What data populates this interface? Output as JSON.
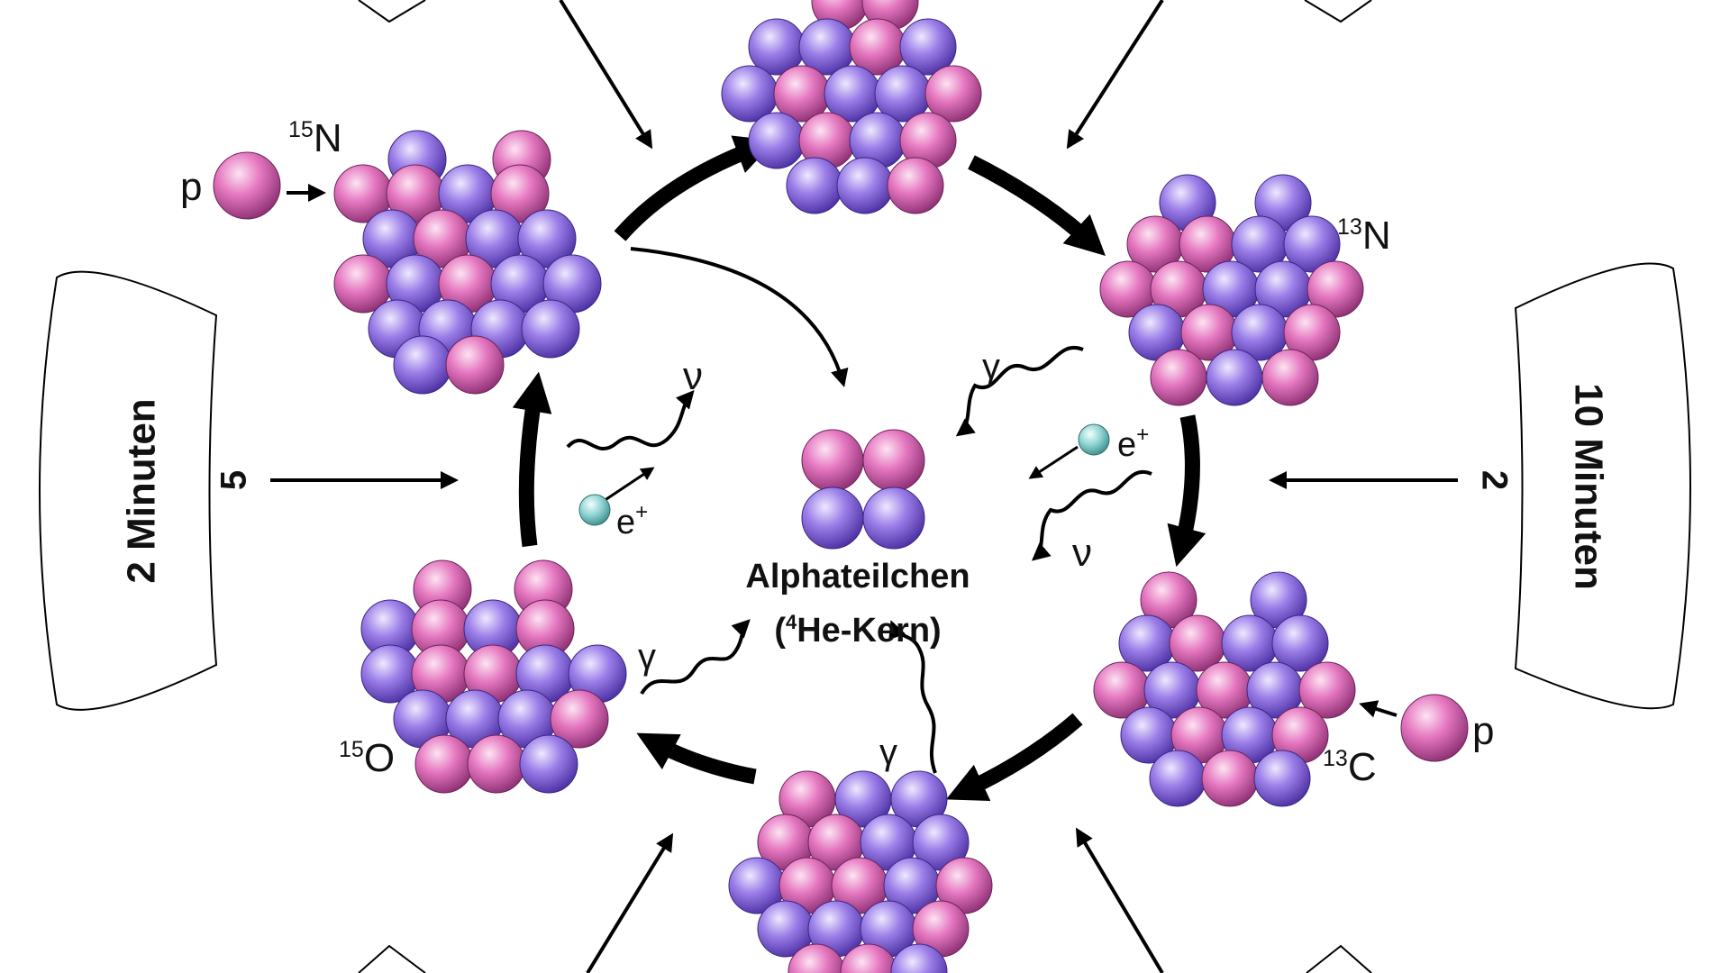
{
  "diagram": {
    "nuclei": {
      "n15": {
        "mass": "15",
        "symbol": "N"
      },
      "n13": {
        "mass": "13",
        "symbol": "N"
      },
      "c13": {
        "mass": "13",
        "symbol": "C"
      },
      "o15": {
        "mass": "15",
        "symbol": "O"
      }
    },
    "proton_label": "p",
    "gamma": "γ",
    "neutrino": "ν",
    "positron": "e",
    "positron_charge": "+",
    "center": {
      "line1": "Alphateilchen",
      "line2_open": "(",
      "line2_mass": "4",
      "line2_rest": "He-Kern)"
    },
    "time_left": {
      "value": "2 Minuten",
      "step": "5"
    },
    "time_right": {
      "value": "10 Minuten",
      "step": "2"
    },
    "colors": {
      "proton": "#e577c0",
      "neutron": "#9b7ee8",
      "positron": "#8fd4d2",
      "arrow": "#000000"
    }
  }
}
